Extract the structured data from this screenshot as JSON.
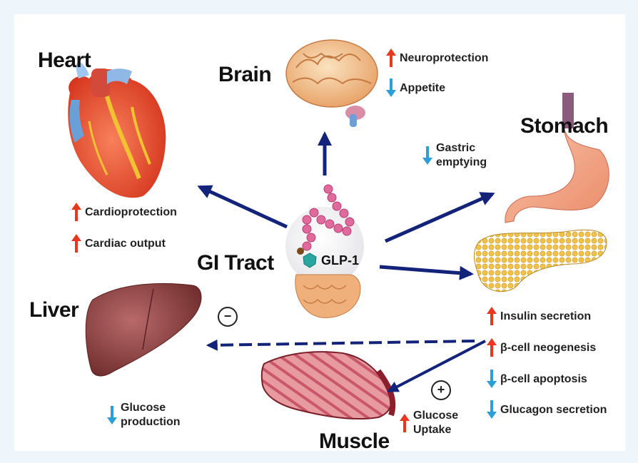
{
  "organs": {
    "heart": "Heart",
    "brain": "Brain",
    "stomach": "Stomach",
    "liver": "Liver",
    "muscle": "Muscle",
    "gi_tract": "GI Tract"
  },
  "center_label": "GLP-1",
  "effects": {
    "heart": [
      {
        "direction": "up",
        "text": "Cardioprotection"
      },
      {
        "direction": "up",
        "text": "Cardiac output"
      }
    ],
    "brain": [
      {
        "direction": "up",
        "text": "Neuroprotection"
      },
      {
        "direction": "down",
        "text": "Appetite"
      }
    ],
    "stomach": [
      {
        "direction": "down",
        "line1": "Gastric",
        "line2": "emptying"
      }
    ],
    "pancreas": [
      {
        "direction": "up",
        "text": "Insulin secretion"
      },
      {
        "direction": "up",
        "text": "β-cell neogenesis"
      },
      {
        "direction": "down",
        "text": "β-cell apoptosis"
      },
      {
        "direction": "down",
        "text": "Glucagon secretion"
      }
    ],
    "liver": [
      {
        "direction": "down",
        "line1": "Glucose",
        "line2": "production"
      }
    ],
    "muscle": [
      {
        "direction": "up",
        "line1": "Glucose",
        "line2": "Uptake"
      }
    ]
  },
  "signs": {
    "liver_inhibit": "−",
    "muscle_stimulate": "+"
  },
  "colors": {
    "arrow_navy": "#14237a",
    "up_arrow": "#e8391f",
    "down_arrow": "#2b9fd6"
  }
}
